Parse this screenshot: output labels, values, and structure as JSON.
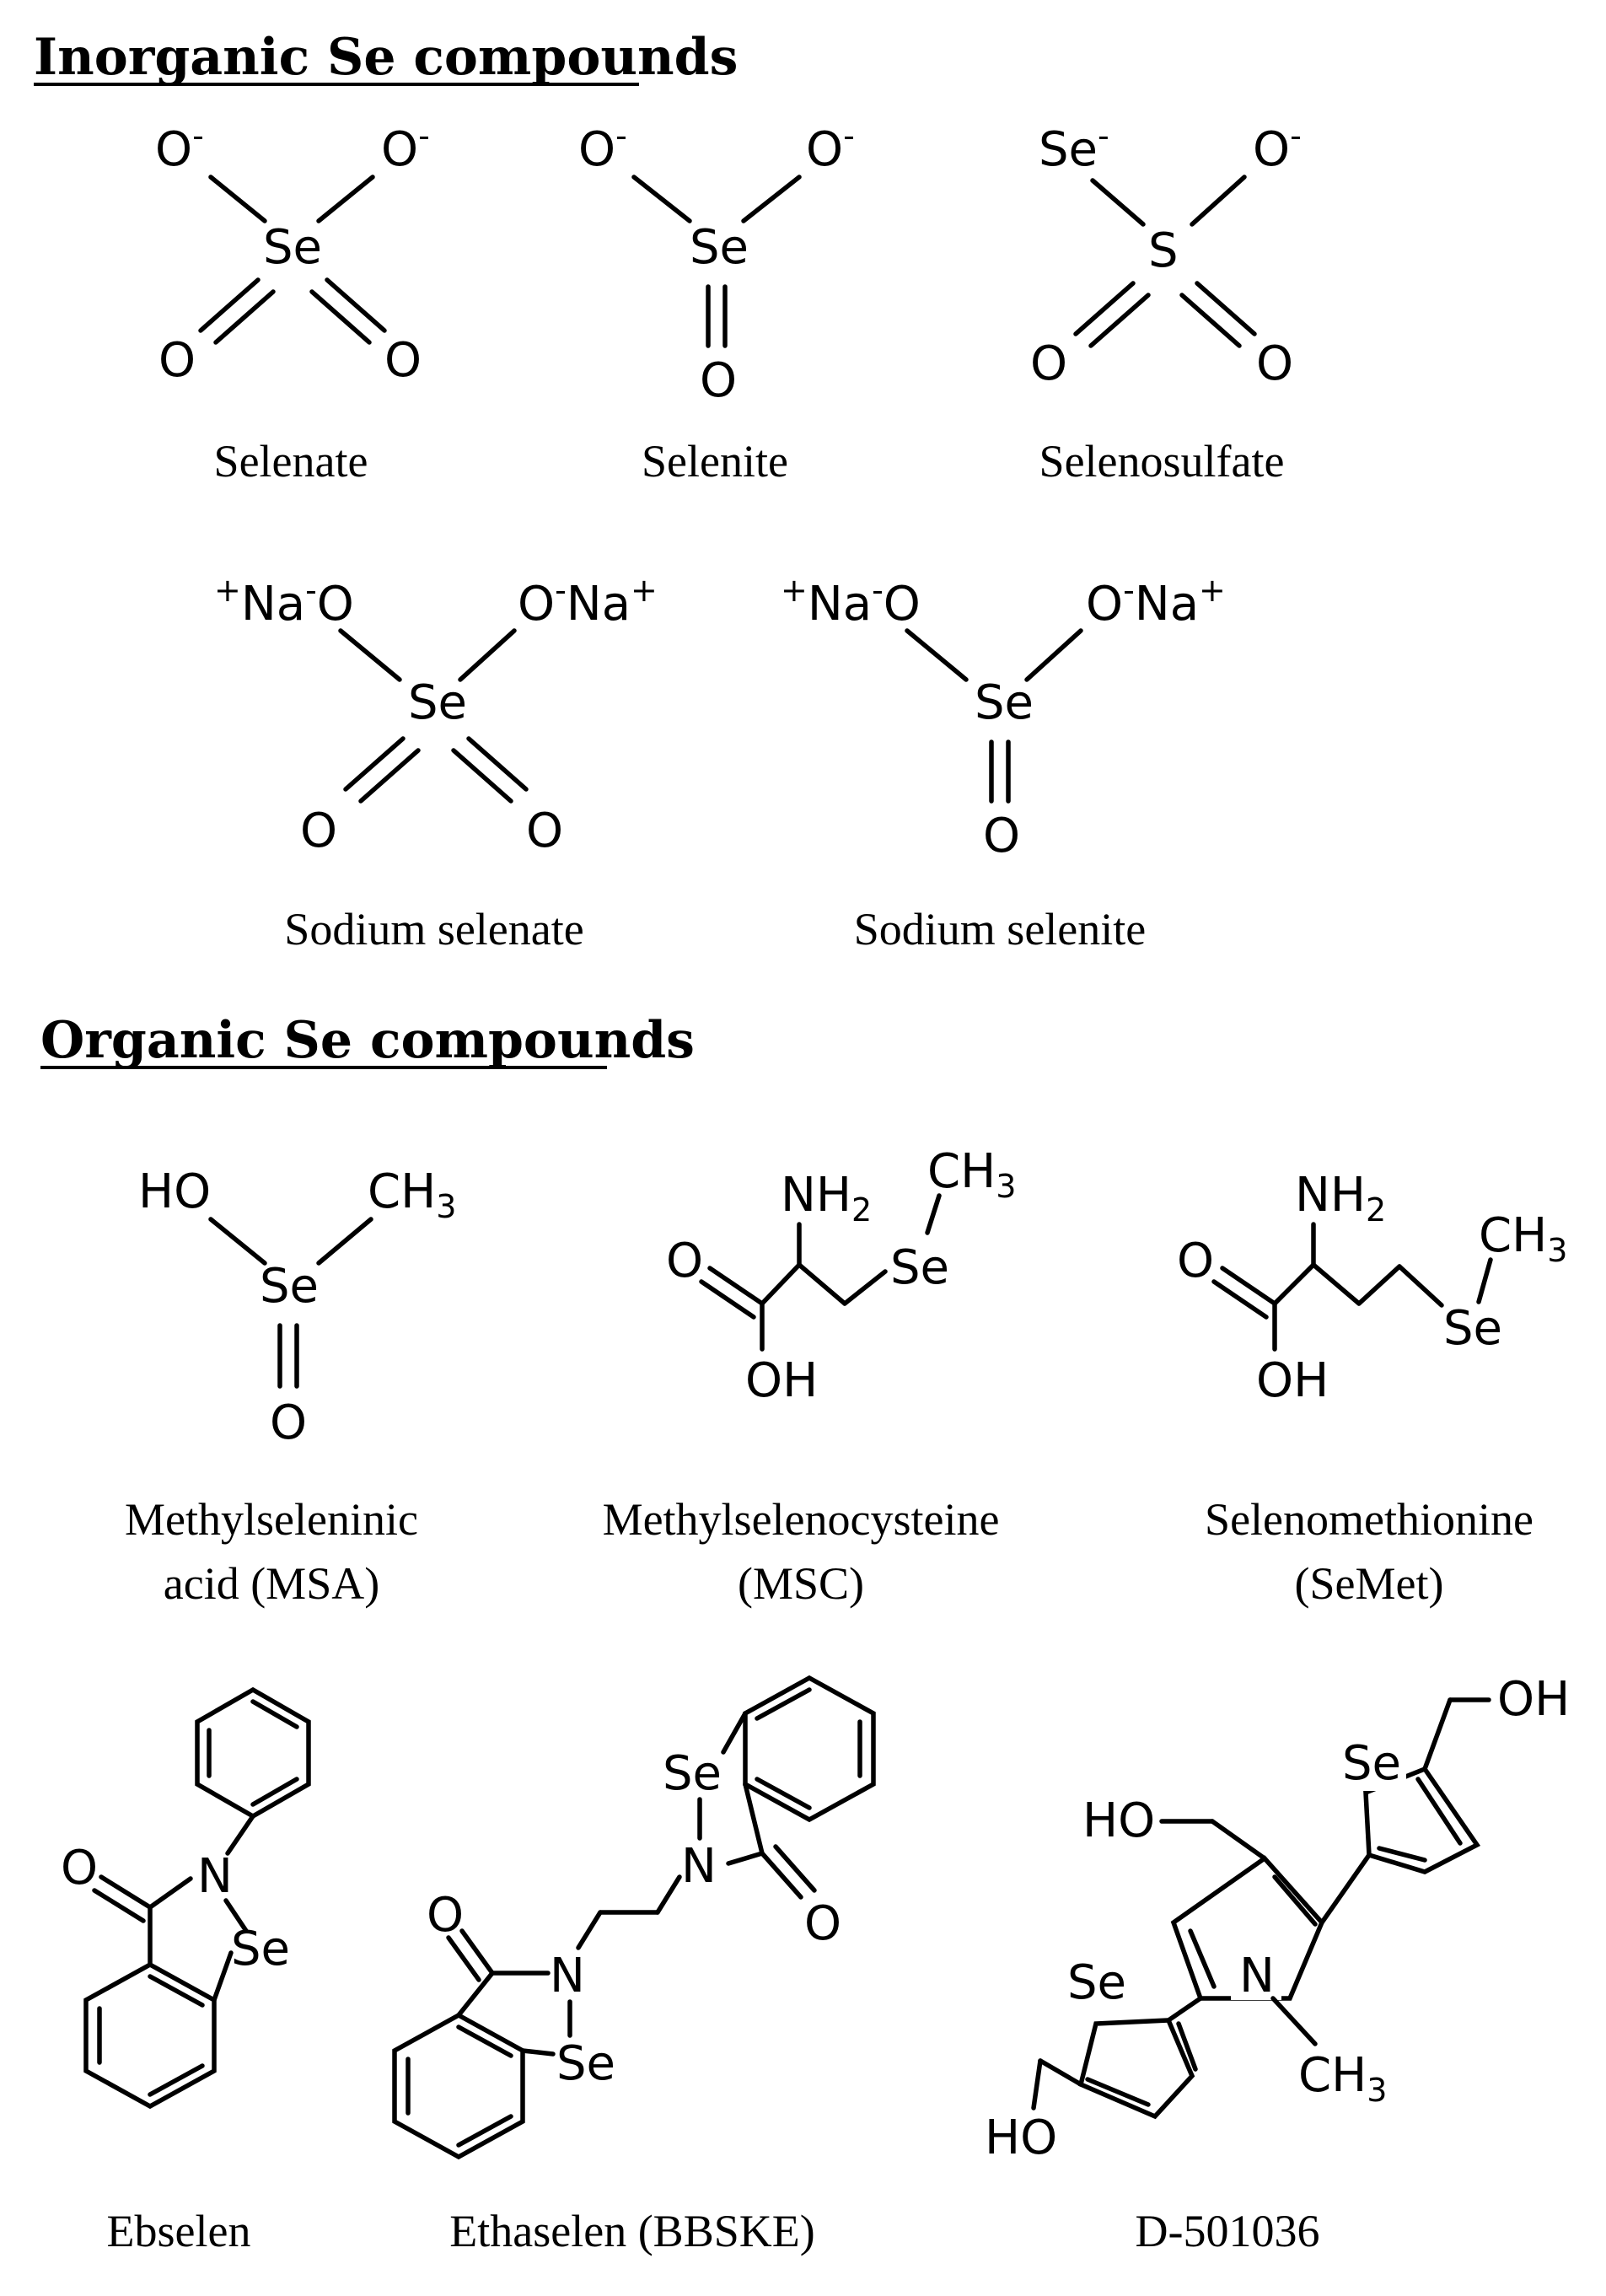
{
  "sections": {
    "inorganic_title": "Inorganic Se compounds",
    "organic_title": "Organic Se compounds"
  },
  "atoms": {
    "Se": "Se",
    "S": "S",
    "O": "O",
    "N": "N",
    "HO": "HO",
    "OH": "OH",
    "NH": "NH",
    "CH": "CH",
    "Na": "Na",
    "sub2": "2",
    "sub3": "3",
    "minus": "-",
    "plus": "+"
  },
  "compounds": {
    "selenate": "Selenate",
    "selenite": "Selenite",
    "selenosulfate": "Selenosulfate",
    "sodium_selenate": "Sodium selenate",
    "sodium_selenite": "Sodium selenite",
    "msa_line1": "Methylseleninic",
    "msa_line2": "acid (MSA)",
    "msc_line1": "Methylselenocysteine",
    "msc_line2": "(MSC)",
    "semet_line1": "Selenomethionine",
    "semet_line2": "(SeMet)",
    "ebselen": "Ebselen",
    "ethaselen": "Ethaselen (BBSKE)",
    "d501036": "D-501036"
  }
}
